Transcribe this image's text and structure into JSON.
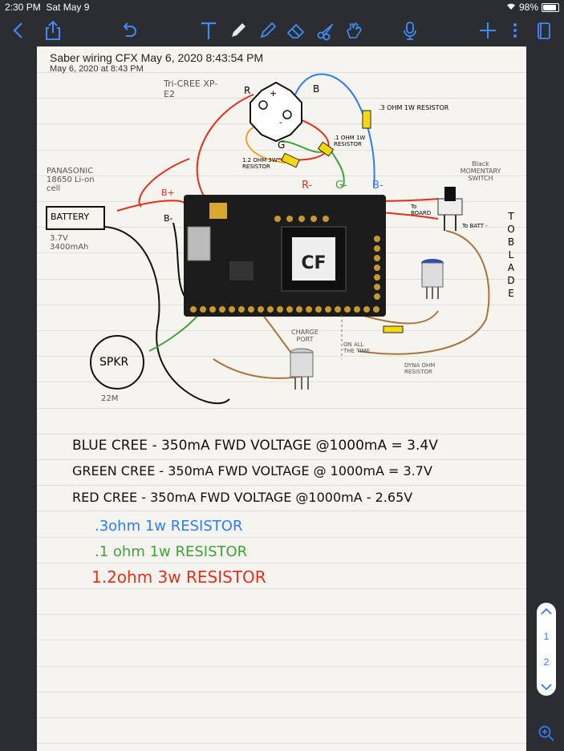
{
  "status": {
    "time": "2:30 PM",
    "date": "Sat May 9",
    "battery": "98%"
  },
  "document": {
    "title": "Saber wiring CFX May 6, 2020 8:43:54 PM",
    "subtitle": "May 6, 2020 at 8:43 PM"
  },
  "diagram": {
    "led_label": "Tri-CREE XP-E2",
    "pins": {
      "r": "R",
      "b": "B",
      "g": "G",
      "plus": "+",
      "minus": "-"
    },
    "resistor_top": ".3 OHM 1W RESISTOR",
    "resistor_mid": ".1 OHM 1W RESISTOR",
    "resistor_left": "1.2 OHM 3W RESISTOR",
    "wire_labels": {
      "r": "R-",
      "g": "G-",
      "b": "B-",
      "bplus": "B+",
      "bminus": "B-"
    },
    "battery_desc": "PANASONIC 18650 Li-on cell",
    "battery": "BATTERY",
    "battery_specs": "3.7V 3400mAh",
    "switch": "Black MOMENTARY SWITCH",
    "to_board": "To BOARD",
    "to_batt": "To BATT -",
    "to_blade": "TO BLADE",
    "charge_port": "CHARGE PORT",
    "all_the_time": "ON ALL THE TIME",
    "dyna": "DYNA OHM RESISTOR",
    "speaker": "SPKR",
    "speaker_ohm": "22M",
    "board_logo": "CF"
  },
  "notes": [
    {
      "text": "BLUE CREE - 350mA FWD VOLTAGE @1000mA = 3.4V",
      "color": "#111111"
    },
    {
      "text": "GREEN CREE - 350mA FWD VOLTAGE @ 1000mA = 3.7V",
      "color": "#111111"
    },
    {
      "text": "RED CREE - 350mA FWD VOLTAGE @1000mA - 2.65V",
      "color": "#111111"
    },
    {
      "text": ".3ohm 1w RESISTOR",
      "color": "#2f7cf6"
    },
    {
      "text": ".1 ohm 1w RESISTOR",
      "color": "#3fa33a"
    },
    {
      "text": "1.2ohm 3w RESISTOR",
      "color": "#e0301e"
    }
  ],
  "pager": {
    "p1": "1",
    "p2": "2"
  },
  "colors": {
    "toolbar_icon": "#3b8cff",
    "paper": "#f6f4ee",
    "blue_wire": "#2f7cf6",
    "red_wire": "#e0301e",
    "green_wire": "#3fa33a",
    "brown_wire": "#a9743e",
    "orange_wire": "#f0a22a",
    "resistor": "#f6d90d"
  }
}
